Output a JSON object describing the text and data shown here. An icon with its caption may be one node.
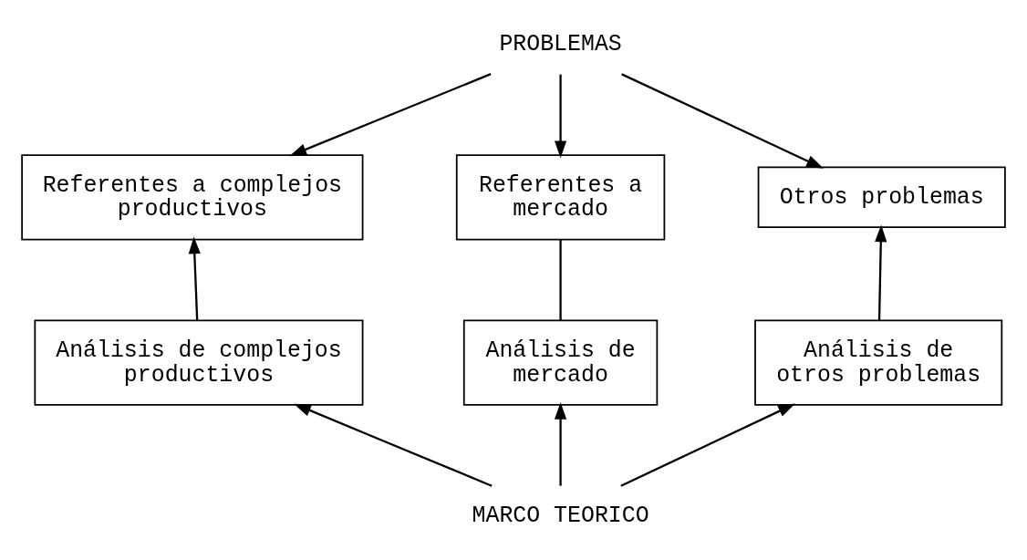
{
  "diagram": {
    "nodes": [
      {
        "text": [
          "PROBLEMAS"
        ]
      },
      {
        "text": [
          "Referentes a complejos productivos"
        ]
      },
      {
        "text": [
          "Referentes a mercado"
        ]
      },
      {
        "text": [
          "Otros problemas"
        ]
      },
      {
        "text": [
          "Análisis de complejos productivos"
        ]
      },
      {
        "text": [
          "Análisis de mercado"
        ]
      },
      {
        "text": [
          "Análisis de otros problemas"
        ]
      },
      {
        "text": [
          "MARCO TEORICO"
        ]
      }
    ],
    "edges": [
      {
        "from": 0,
        "to": 1,
        "arrow": "to"
      },
      {
        "from": 0,
        "to": 2,
        "arrow": "to"
      },
      {
        "from": 0,
        "to": 3,
        "arrow": "to"
      },
      {
        "from": 4,
        "to": 1,
        "arrow": "to"
      },
      {
        "from": 5,
        "to": 2,
        "arrow": "none"
      },
      {
        "from": 6,
        "to": 3,
        "arrow": "to"
      },
      {
        "from": 7,
        "to": 4,
        "arrow": "to"
      },
      {
        "from": 7,
        "to": 5,
        "arrow": "to"
      },
      {
        "from": 7,
        "to": 6,
        "arrow": "to"
      }
    ]
  }
}
